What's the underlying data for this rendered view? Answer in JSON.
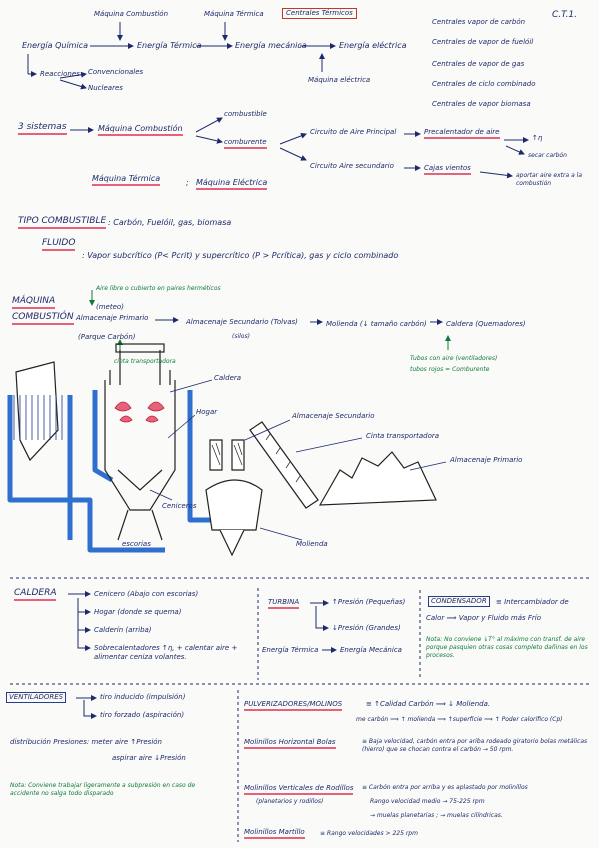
{
  "header": {
    "page_code": "C.T.1.",
    "title_box": "Centrales Térmicos",
    "maq_combustion_top": "Máquina Combustión",
    "maq_termica_top": "Máquina Térmica",
    "energia_quimica": "Energía Química",
    "energia_termica": "Energía Térmica",
    "energia_mecanica": "Energía mecánica",
    "energia_electrica": "Energía eléctrica",
    "maq_electrica": "Máquina eléctrica",
    "reacciones": "Reacciones",
    "convencionales": "Convencionales",
    "nucleares": "Nucleares"
  },
  "centrales_list": [
    "Centrales vapor de carbón",
    "Centrales de vapor de fuelóil",
    "Centrales de vapor de gas",
    "Centrales de ciclo combinado",
    "Centrales de vapor biomasa"
  ],
  "sistemas": {
    "label": "3 sistemas",
    "maq_combustion": "Máquina Combustión",
    "combustible": "combustible",
    "comburente": "comburente",
    "circuito_primario": "Circuito de Aire Principal",
    "precalentador": "Precalentador de aire",
    "up_eta": "↑η",
    "secar_carbon": "secar carbón",
    "circuito_secundario": "Circuito Aire secundario",
    "cajas_vientos": "Cajas vientos",
    "aportar_aire": "aportar aire extra a la combustión",
    "maq_termica": "Máquina Térmica",
    "separator": ";",
    "maq_electrica": "Máquina Eléctrica"
  },
  "tipo": {
    "label": "TIPO COMBUSTIBLE",
    "value": ": Carbón, Fuelóil, gas, biomasa",
    "fluido_label": "FLUIDO",
    "fluido_value": ": Vapor subcrítico (P< Pcrit) y supercrítico (P > Pcrítica), gas y ciclo combinado"
  },
  "maquina_comb": {
    "label_line1": "MÁQUINA",
    "label_line2": "COMBUSTIÓN",
    "aire_note": "Aire libre o cubierto en paires herméticos",
    "meteo": "(meteo)",
    "almacenaje_primario": "Almacenaje Primario",
    "porque_carbon": "(Parque Carbón)",
    "almacenaje_secundario": "Almacenaje Secundario (Tolvas)",
    "silos": "(silos)",
    "molienda": "Molienda (↓ tamaño carbón)",
    "caldera": "Caldera (Quemadores)",
    "cinta": "cinta transportadora",
    "tubos_aire": "Tubos con aire (ventiladores)",
    "tubos_rojos": "tubos rojos = Comburente"
  },
  "diagram_labels": {
    "caldera": "Caldera",
    "hogar": "Hogar",
    "almacenaje_secundario": "Almacenaje Secundario",
    "cinta_transportadora": "Cinta transportadora",
    "almacenaje_primario": "Almacenaje Primario",
    "ceniceros": "Ceniceros",
    "escorias": "escorias",
    "molienda": "Molienda"
  },
  "caldera_section": {
    "title": "CALDERA",
    "items": [
      "Cenicero (Abajo con escorias)",
      "Hogar (donde se quema)",
      "Calderín (arriba)",
      "Sobrecalentadores ↑η, + calentar aire + alimentar ceniza volantes."
    ]
  },
  "turbina": {
    "title": "TURBINA",
    "up": "↑Presión (Pequeñas)",
    "down": "↓Presión (Grandes)",
    "energia_termica": "Energía Térmica",
    "energia_mecanica": "Energía Mecánica"
  },
  "condensador": {
    "title": "CONDENSADOR",
    "def": "≡ Intercambiador de",
    "def2": "Calor ⟹ Vapor y Fluido más Frío",
    "nota": "Nota: No conviene ↓T° al máximo con transf. de aire porque pasquien otras cosas completo dañinas en los procesos."
  },
  "ventiladores": {
    "title": "VENTILADORES",
    "tiro_inducido": "tiro inducido (impulsión)",
    "tiro_forzado": "tiro forzado (aspiración)",
    "distribucion": "distribución Presiones: meter aire ↑Presión",
    "aspirar": "aspirar aire ↓Presión",
    "nota": "Nota: Conviene trabajar ligeramente a subpresión en caso de accidente no salga todo disparado"
  },
  "pulverizadores": {
    "title": "PULVERIZADORES/MOLINOS",
    "line1": "≡ ↑Calidad Carbón ⟹ ↓ Molienda.",
    "line2": "me carbón ⟹ ↑ molienda ⟹ ↑superficie ⟹ ↑ Poder calorífico (Cp)",
    "bolas_title": "Molinillos Horizontal Bolas",
    "bolas_desc": "≡ Baja velocidad, carbón entra por ariba rodeado giratorio bolas metálicas (hierro) que se chocan contra el carbón → 50 rpm.",
    "verticales_title": "Molinillos Verticales de Rodillos",
    "verticales_sub": "(planetarios y rodillos)",
    "verticales_desc": "≡ Carbón entra por arriba y es aplastado por molinillos",
    "verticales_rango": "Rango velocidad medio → 75-225 rpm",
    "verticales_types": "→ muelas planetarias ; → muelas cilíndricas.",
    "martillo_title": "Molinillos Martillo",
    "martillo_desc": "≡ Rango velocidades > 225 rpm"
  }
}
